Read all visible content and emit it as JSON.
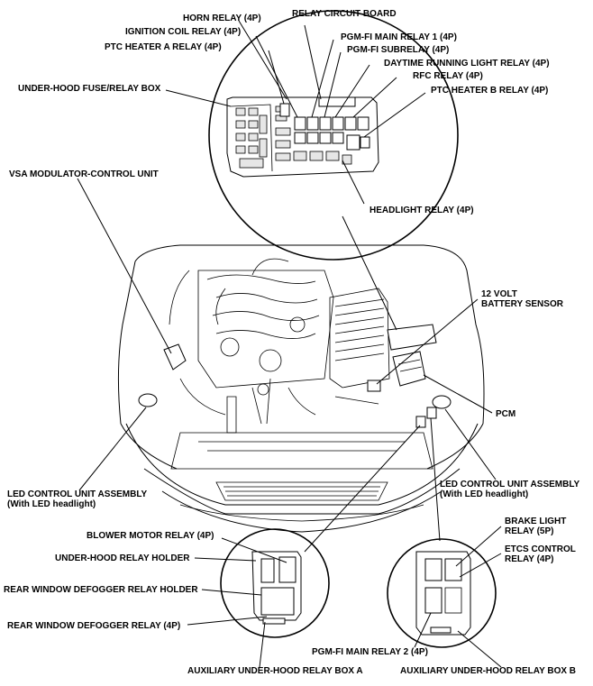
{
  "labels": {
    "relay_circuit_board": "RELAY CIRCUIT BOARD",
    "horn_relay": "HORN RELAY (4P)",
    "ignition_coil_relay": "IGNITION COIL RELAY (4P)",
    "ptc_heater_a_relay": "PTC HEATER A RELAY (4P)",
    "pgm_fi_main_relay_1": "PGM-FI MAIN RELAY 1 (4P)",
    "pgm_fi_subrelay": "PGM-FI SUBRELAY (4P)",
    "drl_relay": "DAYTIME RUNNING LIGHT RELAY (4P)",
    "rfc_relay": "RFC RELAY (4P)",
    "ptc_heater_b_relay": "PTC HEATER B RELAY (4P)",
    "under_hood_fuse_box": "UNDER-HOOD FUSE/RELAY BOX",
    "vsa_modulator": "VSA MODULATOR-CONTROL UNIT",
    "headlight_relay": "HEADLIGHT RELAY (4P)",
    "battery_sensor_1": "12 VOLT",
    "battery_sensor_2": "BATTERY SENSOR",
    "pcm": "PCM",
    "led_left_1": "LED CONTROL UNIT ASSEMBLY",
    "led_left_2": "(With LED headlight)",
    "led_right_1": "LED CONTROL UNIT ASSEMBLY",
    "led_right_2": "(With LED headlight)",
    "blower_motor_relay": "BLOWER MOTOR RELAY (4P)",
    "under_hood_relay_holder": "UNDER-HOOD RELAY HOLDER",
    "rear_defogger_holder": "REAR WINDOW DEFOGGER RELAY HOLDER",
    "rear_defogger_relay": "REAR WINDOW DEFOGGER RELAY (4P)",
    "aux_box_a": "AUXILIARY UNDER-HOOD RELAY BOX A",
    "brake_light_relay_1": "BRAKE LIGHT",
    "brake_light_relay_2": "RELAY (5P)",
    "etcs_relay_1": "ETCS CONTROL",
    "etcs_relay_2": "RELAY (4P)",
    "pgm_fi_main_relay_2": "PGM-FI MAIN RELAY 2 (4P)",
    "aux_box_b": "AUXILIARY UNDER-HOOD RELAY BOX B"
  }
}
